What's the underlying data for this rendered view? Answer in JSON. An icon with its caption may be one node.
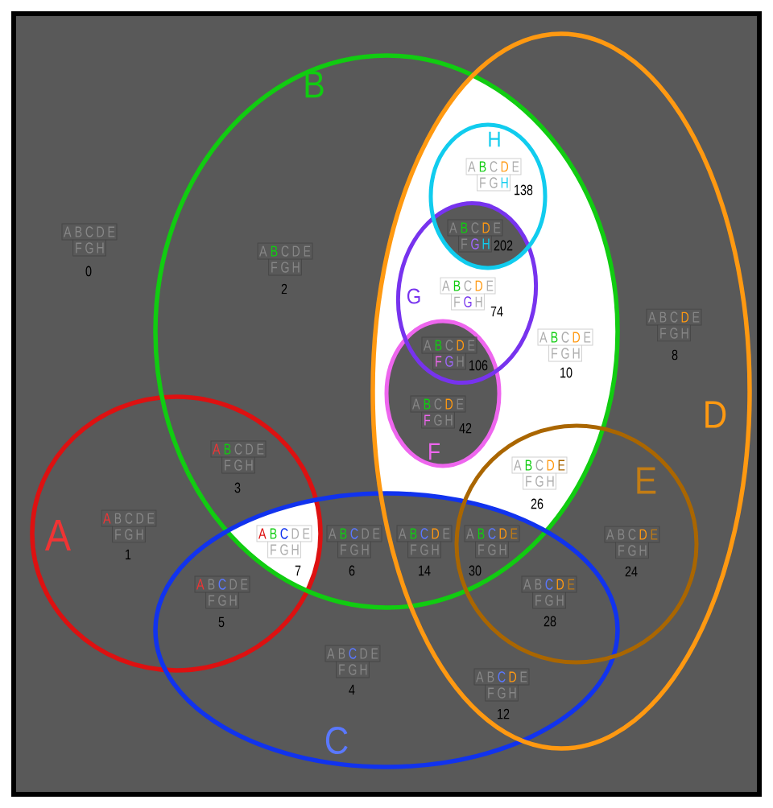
{
  "diagram": {
    "nodes": [
      {
        "text": [
          "A"
        ]
      },
      {
        "text": [
          "B"
        ]
      },
      {
        "text": [
          "C"
        ]
      },
      {
        "text": [
          "D"
        ]
      },
      {
        "text": [
          "E"
        ],
        "in": 3
      },
      {
        "text": [
          "F"
        ]
      },
      {
        "text": [
          "G"
        ]
      },
      {
        "text": [
          "H"
        ]
      },
      {
        "text": [
          "A",
          "B",
          "C",
          "D",
          "E",
          "F",
          "G",
          "H"
        ],
        "beside": [
          "138"
        ],
        "in": 7
      },
      {
        "text": [
          "A",
          "B",
          "C",
          "D",
          "E",
          "F",
          "G",
          "H"
        ],
        "beside": [
          "0"
        ]
      },
      {
        "text": [
          "A",
          "B",
          "C",
          "D",
          "E",
          "F",
          "G",
          "H"
        ],
        "beside": [
          "202"
        ]
      },
      {
        "text": [
          "A",
          "B",
          "C",
          "D",
          "E",
          "F",
          "G",
          "H"
        ],
        "beside": [
          "2"
        ],
        "in": 1
      },
      {
        "text": [
          "A",
          "B",
          "C",
          "D",
          "E",
          "F",
          "G",
          "H"
        ],
        "beside": [
          "74"
        ],
        "in": 6
      },
      {
        "text": [
          "A",
          "B",
          "C",
          "D",
          "E",
          "F",
          "G",
          "H"
        ],
        "beside": [
          "8"
        ],
        "in": 3
      },
      {
        "text": [
          "A",
          "B",
          "C",
          "D",
          "E",
          "F",
          "G",
          "H"
        ],
        "beside": [
          "10"
        ]
      },
      {
        "text": [
          "A",
          "B",
          "C",
          "D",
          "E",
          "F",
          "G",
          "H"
        ],
        "beside": [
          "106"
        ]
      },
      {
        "text": [
          "A",
          "B",
          "C",
          "D",
          "E",
          "F",
          "G",
          "H"
        ],
        "beside": [
          "42"
        ],
        "in": 5
      },
      {
        "text": [
          "A",
          "B",
          "C",
          "D",
          "E",
          "F",
          "G",
          "H"
        ],
        "beside": [
          "3"
        ]
      },
      {
        "text": [
          "A",
          "B",
          "C",
          "D",
          "E",
          "F",
          "G",
          "H"
        ],
        "beside": [
          "26"
        ]
      },
      {
        "text": [
          "A",
          "B",
          "C",
          "D",
          "E",
          "F",
          "G",
          "H"
        ],
        "beside": [
          "1"
        ],
        "in": 0
      },
      {
        "text": [
          "A",
          "B",
          "C",
          "D",
          "E",
          "F",
          "G",
          "H"
        ],
        "beside": [
          "7"
        ]
      },
      {
        "text": [
          "A",
          "B",
          "C",
          "D",
          "E",
          "F",
          "G",
          "H"
        ],
        "beside": [
          "6"
        ]
      },
      {
        "text": [
          "A",
          "B",
          "C",
          "D",
          "E",
          "F",
          "G",
          "H"
        ],
        "beside": [
          "14"
        ]
      },
      {
        "text": [
          "A",
          "B",
          "C",
          "D",
          "E",
          "F",
          "G",
          "H"
        ],
        "beside": [
          "30"
        ]
      },
      {
        "text": [
          "A",
          "B",
          "C",
          "D",
          "E",
          "F",
          "G",
          "H"
        ],
        "beside": [
          "24"
        ],
        "in": 4
      },
      {
        "text": [
          "A",
          "B",
          "C",
          "D",
          "E",
          "F",
          "G",
          "H"
        ],
        "beside": [
          "5"
        ]
      },
      {
        "text": [
          "A",
          "B",
          "C",
          "D",
          "E",
          "F",
          "G",
          "H"
        ],
        "beside": [
          "28"
        ]
      },
      {
        "text": [
          "A",
          "B",
          "C",
          "D",
          "E",
          "F",
          "G",
          "H"
        ],
        "beside": [
          "4"
        ],
        "in": 2
      },
      {
        "text": [
          "A",
          "B",
          "C",
          "D",
          "E",
          "F",
          "G",
          "H"
        ],
        "beside": [
          "12"
        ]
      }
    ]
  }
}
